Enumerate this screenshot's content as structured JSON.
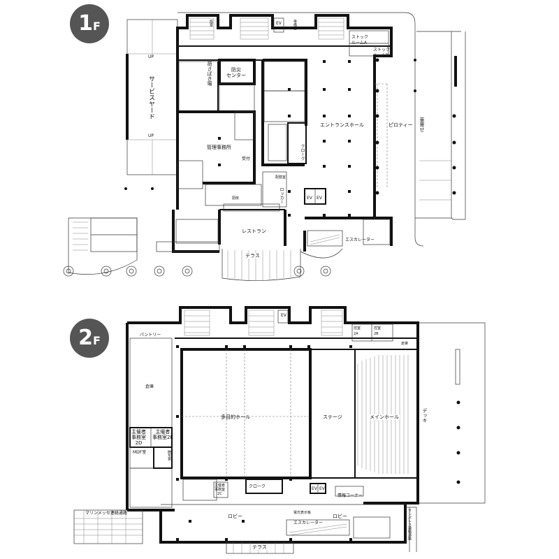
{
  "floors": [
    {
      "badge": "1",
      "badge_suffix": "F",
      "rooms": {
        "service_yard": "サービスヤード",
        "up_top": "UP",
        "up_bottom": "UP",
        "loading_dock": "荷さばき場",
        "disaster_center": "防災\nセンター",
        "entrance_hall": "エントランスホール",
        "piloti": "ピロティー",
        "management_office": "管理事務所",
        "reception": "受付",
        "cloak": "クローク",
        "restaurant": "レストラン",
        "terrace": "テラス",
        "escalator": "エスカレーター",
        "ev_a": "EV",
        "ev_b": "EV",
        "ev_top": "EV",
        "stock_a": "ストック\nルームA",
        "stock_b": "ストック\nルームB",
        "driveway": "車寄せ",
        "waiting": "控室",
        "locker": "ロッカー",
        "kitchen": "厨房",
        "pantry": "配膳室",
        "prep": "準備室"
      }
    },
    {
      "badge": "2",
      "badge_suffix": "F",
      "rooms": {
        "pantry": "パントリー",
        "warehouse": "倉庫",
        "organizer_2d": "主催者\n事務室\n2D",
        "organizer_2e": "主催者\n事務室2E",
        "mdf": "MDF室",
        "multipurpose_hall": "多目的ホール",
        "stage": "ステージ",
        "main_hall": "メインホール",
        "deck": "デッキ",
        "organizer_2c": "主催者\n事務室\n2C",
        "cloak": "クローク",
        "ev_a": "EV",
        "ev_b": "EV",
        "ev_top": "EV",
        "lobby_left": "ロビー",
        "lobby_right": "ロビー",
        "info_corner": "情報コーナー",
        "escalator": "エスカレーター",
        "display": "電光表示板",
        "terrace": "テラス",
        "makuhari_messe_link": "マリンメッセ連絡通路",
        "sunpalace_link": "サンパレス連絡通路",
        "waiting_2a": "控室\n2A",
        "waiting_2b": "控室\n2B",
        "storage": "倉庫",
        "projection": "映写室"
      }
    }
  ]
}
